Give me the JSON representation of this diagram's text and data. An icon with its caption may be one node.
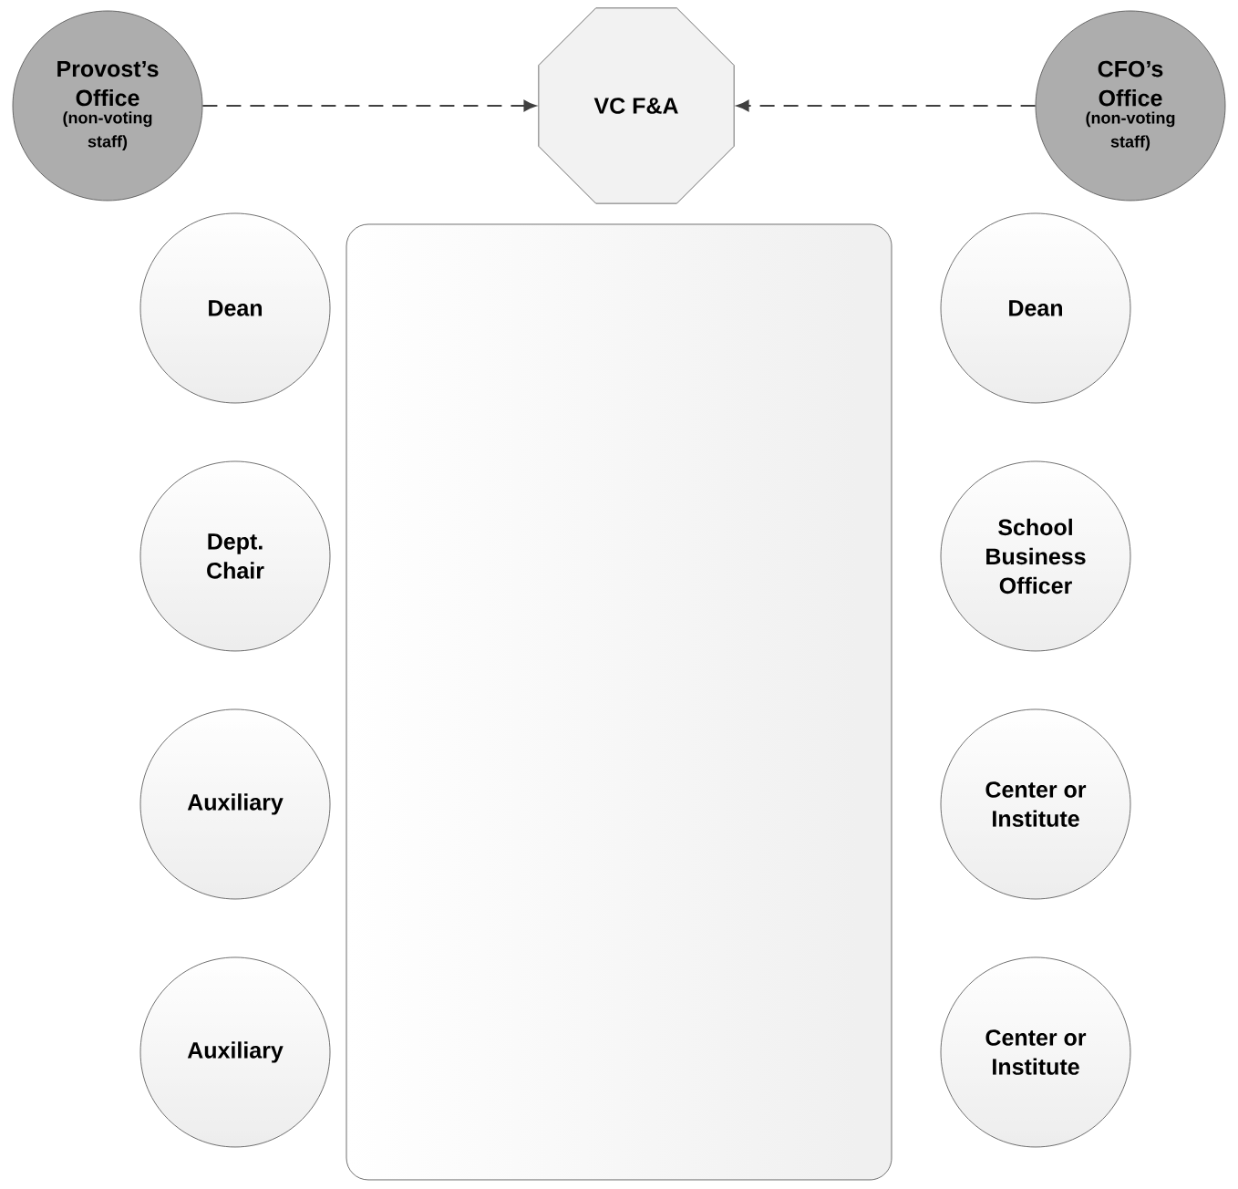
{
  "diagram": {
    "nodes": [
      {
        "text": [
          "Provost’s Office",
          "(non-voting staff)"
        ]
      },
      {
        "text": [
          "VC F&A"
        ]
      },
      {
        "text": [
          "CFO’s Office",
          "(non-voting staff)"
        ]
      },
      {
        "text": [],
        "shape": "box"
      },
      {
        "text": [
          "Dean"
        ]
      },
      {
        "text": [
          "Dean"
        ]
      },
      {
        "text": [
          "Dept. Chair"
        ]
      },
      {
        "text": [
          "School Business Officer"
        ]
      },
      {
        "text": [
          "Auxiliary"
        ]
      },
      {
        "text": [
          "Center or Institute"
        ]
      },
      {
        "text": [
          "Auxiliary"
        ]
      },
      {
        "text": [
          "Center or Institute"
        ]
      }
    ],
    "edges": [
      {
        "from": 0,
        "to": 1,
        "arrow": "to",
        "style": "dashed"
      },
      {
        "from": 2,
        "to": 1,
        "arrow": "to",
        "style": "dashed"
      }
    ]
  }
}
